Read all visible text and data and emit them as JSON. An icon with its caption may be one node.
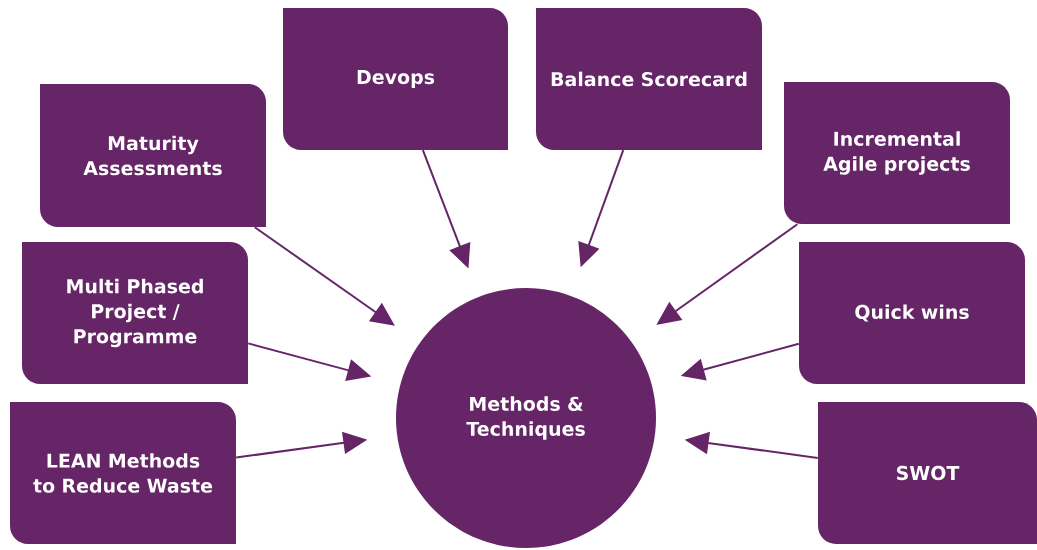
{
  "diagram": {
    "nodes": [
      {
        "text": [
          "Devops"
        ]
      },
      {
        "text": [
          "Balance Scorecard"
        ]
      },
      {
        "text": [
          "Maturity Assessments"
        ]
      },
      {
        "text": [
          "Incremental Agile projects"
        ]
      },
      {
        "text": [
          "Multi Phased Project / Programme"
        ]
      },
      {
        "text": [
          "Quick wins"
        ]
      },
      {
        "text": [
          "Methods & Techniques"
        ]
      },
      {
        "text": [
          "LEAN Methods to Reduce Waste"
        ]
      },
      {
        "text": [
          "SWOT"
        ]
      }
    ],
    "edges": [
      {
        "from": 0,
        "to": 6,
        "arrow": "to"
      },
      {
        "from": 1,
        "to": 6,
        "arrow": "to"
      },
      {
        "from": 2,
        "to": 6,
        "arrow": "to"
      },
      {
        "from": 3,
        "to": 6,
        "arrow": "to"
      },
      {
        "from": 4,
        "to": 6,
        "arrow": "to"
      },
      {
        "from": 5,
        "to": 6,
        "arrow": "to"
      },
      {
        "from": 7,
        "to": 6,
        "arrow": "to"
      },
      {
        "from": 8,
        "to": 6,
        "arrow": "to"
      }
    ]
  }
}
